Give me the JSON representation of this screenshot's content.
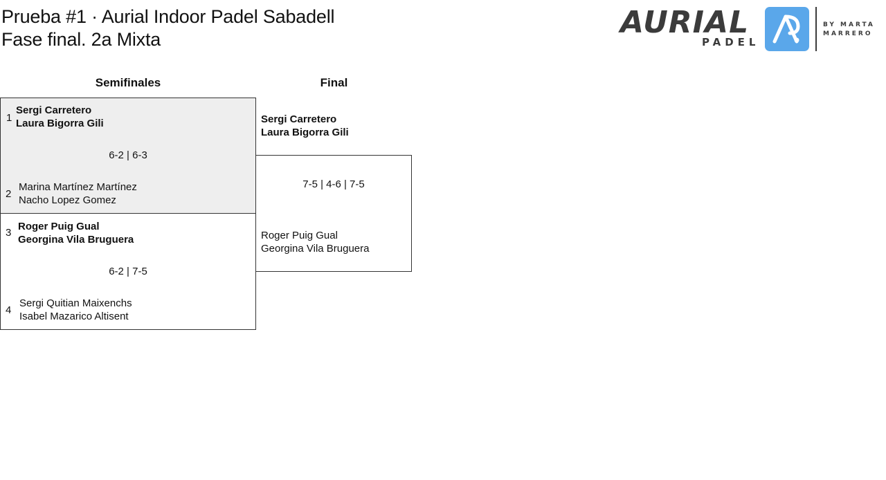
{
  "header": {
    "title_line1": "Prueba #1 · Aurial Indoor Padel Sabadell",
    "title_line2": "Fase final. 2a Mixta"
  },
  "logo": {
    "wordmark": "AURIAL",
    "subtitle": "PADEL",
    "by_line1": "BY MARTA",
    "by_line2": "MARRERO",
    "badge_color": "#5aa7ea"
  },
  "rounds": {
    "semifinals": "Semifinales",
    "final": "Final"
  },
  "semifinals": [
    {
      "team1": {
        "seed": "1",
        "player1": "Sergi Carretero",
        "player2": "Laura Bigorra Gili",
        "winner": true
      },
      "score": "6-2 | 6-3",
      "team2": {
        "seed": "2",
        "player1": "Marina Martínez Martínez",
        "player2": "Nacho Lopez Gomez",
        "winner": false
      }
    },
    {
      "team1": {
        "seed": "3",
        "player1": "Roger Puig Gual",
        "player2": "Georgina Vila Bruguera",
        "winner": true
      },
      "score": "6-2 | 7-5",
      "team2": {
        "seed": "4",
        "player1": "Sergi Quitian Maixenchs",
        "player2": "Isabel Mazarico Altisent",
        "winner": false
      }
    }
  ],
  "final": {
    "team1": {
      "player1": "Sergi Carretero",
      "player2": "Laura Bigorra Gili",
      "winner": true
    },
    "score": "7-5 | 4-6 | 7-5",
    "team2": {
      "player1": "Roger Puig Gual",
      "player2": "Georgina Vila Bruguera",
      "winner": false
    }
  }
}
